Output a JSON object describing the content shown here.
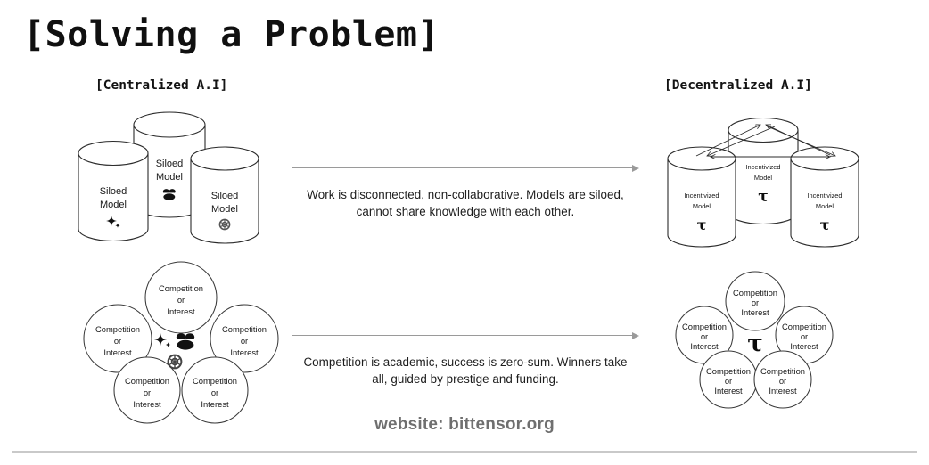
{
  "slide": {
    "title": "[Solving a Problem]",
    "footer_website": "website: bittensor.org"
  },
  "columns": {
    "left_header": "[Centralized A.I]",
    "right_header": "[Decentralized A.I]"
  },
  "rows": [
    {
      "arrow_icon": "right-arrow-icon",
      "caption_line_1": "Work is disconnected, non-collaborative. Models are siloed,",
      "caption_line_2": "cannot share knowledge with each other."
    },
    {
      "arrow_icon": "right-arrow-icon",
      "caption_line_1": "Competition is academic, success is zero-sum. Winners take",
      "caption_line_2": "all, guided by prestige and funding."
    }
  ],
  "left_cylinders": {
    "label_line_1": "Siloed",
    "label_line_2": "Model",
    "items": [
      {
        "position": "left",
        "icon": "gemini-sparkle-icon"
      },
      {
        "position": "center",
        "icon": "meta-logo-icon"
      },
      {
        "position": "right",
        "icon": "openai-logo-icon"
      }
    ]
  },
  "right_cylinders": {
    "label_line_1": "Incentivized",
    "label_line_2": "Model",
    "symbol": "τ",
    "symbol_name": "tao-symbol",
    "items": [
      {
        "position": "left"
      },
      {
        "position": "center"
      },
      {
        "position": "right"
      }
    ]
  },
  "left_circles": {
    "label_line_1": "Competition",
    "label_line_2": "or",
    "label_line_3": "Interest",
    "count": 5,
    "center_icons": [
      "gemini-sparkle-icon",
      "meta-logo-icon",
      "openai-logo-icon"
    ]
  },
  "right_circles": {
    "label_line_1": "Competition",
    "label_line_2": "or",
    "label_line_3": "Interest",
    "count": 5,
    "center_symbol": "τ",
    "center_symbol_name": "tao-symbol"
  },
  "colors": {
    "background": "#ffffff",
    "ink": "#111111",
    "stroke": "#2b2b2b",
    "rule": "#9a9a9a",
    "footer_text": "#6f6f6f",
    "footer_rule": "#c9c9c9"
  }
}
